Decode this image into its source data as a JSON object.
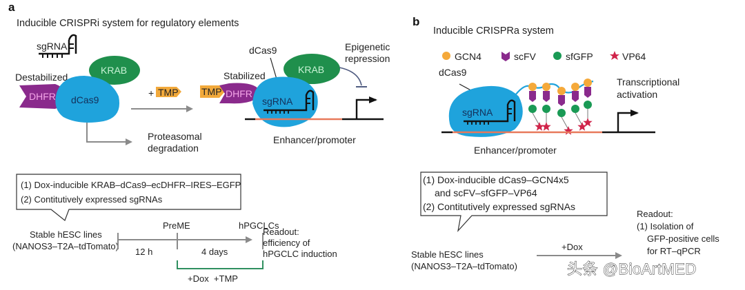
{
  "panel_a": {
    "letter": "a",
    "title": "Inducible CRISPRi system for regulatory elements",
    "sgrna_label": "sgRNA",
    "destabilized_label": "Destabilized",
    "stabilized_label": "Stabilized",
    "dhfr_label": "DHFR",
    "krab_label": "KRAB",
    "dcas9_label": "dCas9",
    "tmp_label": "TMP",
    "plus_tmp_prefix": "+",
    "degradation_line1": "Proteasomal",
    "degradation_line2": "degradation",
    "epigenetic_line1": "Epigenetic",
    "epigenetic_line2": "repression",
    "enhancer_label": "Enhancer/promoter",
    "callout_line1": "(1) Dox-inducible KRAB–dCas9–ecDHFR–IRES–EGFP",
    "callout_line2": "(2) Contitutively expressed sgRNAs",
    "cell_line1": "Stable hESC lines",
    "cell_line2": "(NANOS3–T2A–tdTomato)",
    "timeline": {
      "stage1": "PreME",
      "stage2": "hPGCLCs",
      "interval1": "12 h",
      "interval2": "4 days",
      "treatment": "+Dox  +TMP"
    },
    "readout_line1": "Readout:",
    "readout_line2": "efficiency of",
    "readout_line3": "hPGCLC induction"
  },
  "panel_b": {
    "letter": "b",
    "title": "Inducible CRISPRa system",
    "legend": [
      {
        "label": "GCN4",
        "icon": "orange-circle",
        "color": "#f5a93a"
      },
      {
        "label": "scFV",
        "icon": "purple-antibody",
        "color": "#8a2a8c"
      },
      {
        "label": "sfGFP",
        "icon": "green-circle",
        "color": "#1a9a55"
      },
      {
        "label": "VP64",
        "icon": "red-star",
        "color": "#d0244a"
      }
    ],
    "dcas9_label": "dCas9",
    "sgrna_label": "sgRNA",
    "activation_line1": "Transcriptional",
    "activation_line2": "activation",
    "enhancer_label": "Enhancer/promoter",
    "callout_line1": "(1) Dox-inducible dCas9–GCN4x5",
    "callout_line2": "and scFV–sfGFP–VP64",
    "callout_line3": "(2) Contitutively expressed sgRNAs",
    "cell_line1": "Stable hESC lines",
    "cell_line2": "(NANOS3–T2A–tdTomato)",
    "arrow_label": "+Dox",
    "readout_line1": "Readout:",
    "readout_line2": "(1) Isolation of",
    "readout_line3": "GFP-positive cells",
    "readout_line4": "for RT–qPCR"
  },
  "watermark": "头条 @BioArtMED",
  "colors": {
    "dcas9": "#1fa3dc",
    "krab": "#1f8f4c",
    "dhfr": "#8a2a8c",
    "tmp": "#f2a93b",
    "enhancer": "#e8795a",
    "arrow_gray": "#8a8a8a",
    "bracket_green": "#2f8f5f"
  }
}
